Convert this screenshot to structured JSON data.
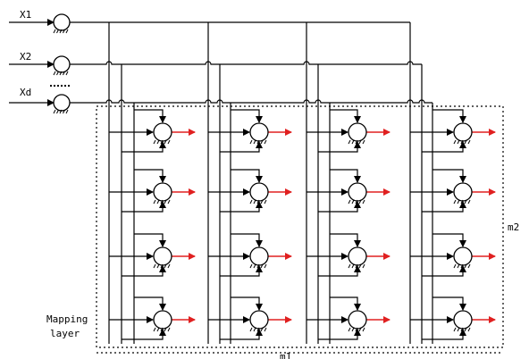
{
  "inputs": [
    {
      "id": "x1",
      "label": "X1"
    },
    {
      "id": "x2",
      "label": "X2"
    },
    {
      "id": "xd",
      "label": "Xd"
    }
  ],
  "mapping_layer": {
    "line1": "Mapping",
    "line2": "layer"
  },
  "dim_labels": {
    "rows": "m2",
    "cols": "m1"
  },
  "grid": {
    "columns": 4,
    "rows": 4
  },
  "colors": {
    "line": "#000000",
    "output_arrow": "#e02020",
    "dotted_box": "#000000"
  }
}
